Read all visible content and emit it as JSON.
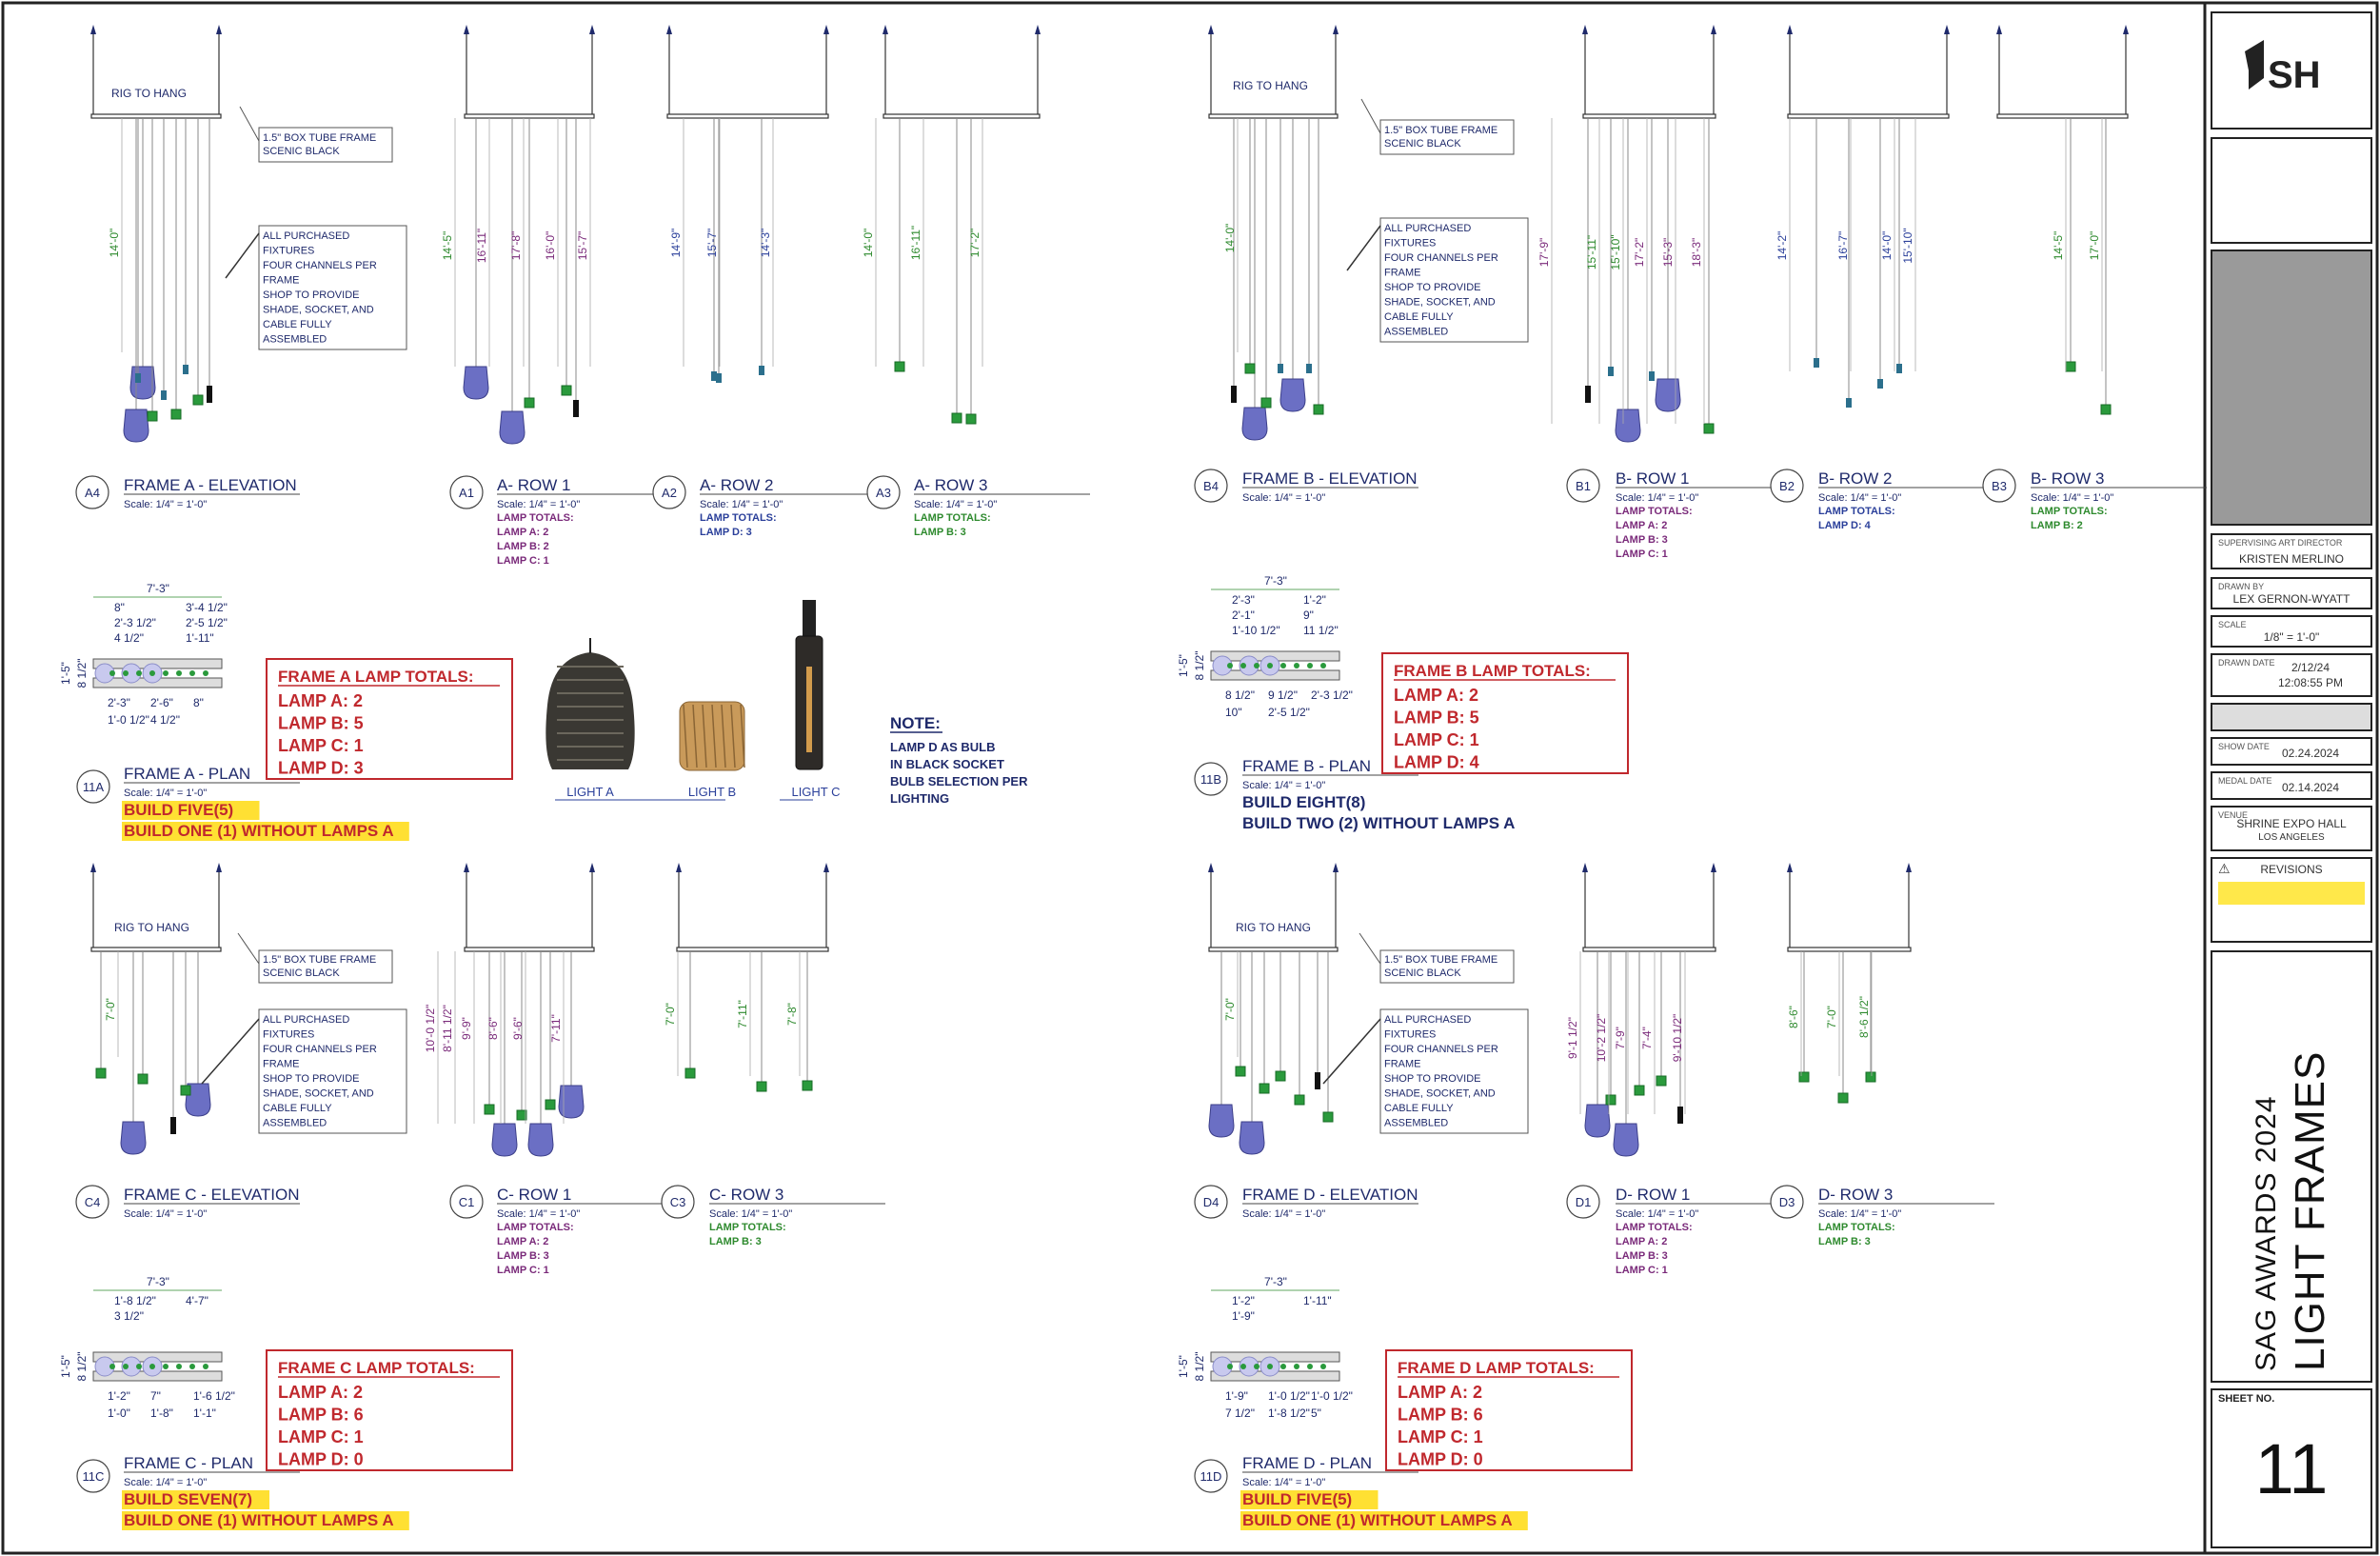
{
  "callouts": {
    "rig_to_hang": "RIG TO HANG",
    "box_tube_line1": "1.5\" BOX TUBE FRAME",
    "box_tube_line2": "SCENIC BLACK",
    "fixtures": [
      "ALL PURCHASED",
      "FIXTURES",
      "FOUR CHANNELS PER",
      "FRAME",
      "SHOP TO PROVIDE",
      "SHADE, SOCKET, AND",
      "CABLE FULLY",
      "ASSEMBLED"
    ],
    "scale": "Scale: 1/4\" = 1'-0\"",
    "lamp_totals": "LAMP TOTALS:"
  },
  "views": {
    "a4": {
      "tag": "A4",
      "title": "FRAME A - ELEVATION"
    },
    "a1": {
      "tag": "A1",
      "title": "A- ROW 1",
      "lamps": [
        "LAMP A: 2",
        "LAMP B: 2",
        "LAMP C: 1"
      ]
    },
    "a2": {
      "tag": "A2",
      "title": "A- ROW 2",
      "lamps": [
        "LAMP D: 3"
      ]
    },
    "a3": {
      "tag": "A3",
      "title": "A- ROW 3",
      "lamps": [
        "LAMP B: 3"
      ]
    },
    "b4": {
      "tag": "B4",
      "title": "FRAME B - ELEVATION"
    },
    "b1": {
      "tag": "B1",
      "title": "B- ROW 1",
      "lamps": [
        "LAMP A: 2",
        "LAMP B: 3",
        "LAMP C: 1"
      ]
    },
    "b2": {
      "tag": "B2",
      "title": "B- ROW 2",
      "lamps": [
        "LAMP D: 4"
      ]
    },
    "b3": {
      "tag": "B3",
      "title": "B- ROW 3",
      "lamps": [
        "LAMP B: 2"
      ]
    },
    "c4": {
      "tag": "C4",
      "title": "FRAME C - ELEVATION"
    },
    "c1": {
      "tag": "C1",
      "title": "C- ROW 1",
      "lamps": [
        "LAMP A: 2",
        "LAMP B: 3",
        "LAMP C: 1"
      ]
    },
    "c3": {
      "tag": "C3",
      "title": "C- ROW 3",
      "lamps": [
        "LAMP B: 3"
      ]
    },
    "d4": {
      "tag": "D4",
      "title": "FRAME D - ELEVATION"
    },
    "d1": {
      "tag": "D1",
      "title": "D- ROW 1",
      "lamps": [
        "LAMP A: 2",
        "LAMP B: 3",
        "LAMP C: 1"
      ]
    },
    "d3": {
      "tag": "D3",
      "title": "D- ROW 3",
      "lamps": [
        "LAMP B: 3"
      ]
    }
  },
  "dims": {
    "a4": [
      "14'-0\""
    ],
    "a1": [
      "14'-5\"",
      "16'-11\"",
      "17'-8\"",
      "16'-0\"",
      "15'-7\""
    ],
    "a2": [
      "14'-9\"",
      "15'-7\"",
      "14'-3\""
    ],
    "a3": [
      "14'-0\"",
      "16'-11\"",
      "17'-2\""
    ],
    "b4": [
      "14'-0\""
    ],
    "b1": [
      "17'-9\"",
      "15'-11\"",
      "15'-10\"",
      "17'-2\"",
      "15'-3\"",
      "18'-3\""
    ],
    "b2": [
      "14'-2\"",
      "16'-7\"",
      "14'-0\"",
      "15'-10\""
    ],
    "b3": [
      "14'-5\"",
      "17'-0\""
    ],
    "c4": [
      "7'-0\""
    ],
    "c1": [
      "10'-0 1/2\"",
      "8'-11 1/2\"",
      "9'-9\"",
      "8'-6\"",
      "9'-6\"",
      "7'-11\""
    ],
    "c3": [
      "7'-0\"",
      "7'-11\"",
      "7'-8\""
    ],
    "d4": [
      "7'-0\""
    ],
    "d1": [
      "9'-1 1/2\"",
      "10'-2 1/2\"",
      "7'-9\"",
      "7'-4\"",
      "9'-10 1/2\""
    ],
    "d3": [
      "8'-6\"",
      "7'-0\"",
      "8'-6 1/2\""
    ]
  },
  "plans": {
    "a": {
      "tag": "11A",
      "title": "FRAME A - PLAN",
      "build1": "BUILD FIVE(5)",
      "build2": "BUILD ONE (1) WITHOUT LAMPS A",
      "totals_title": "FRAME A LAMP TOTALS:",
      "totals": [
        "LAMP A: 2",
        "LAMP B: 5",
        "LAMP C: 1",
        "LAMP D: 3"
      ],
      "top": [
        "7'-3\"",
        "8\"",
        "3'-4 1/2\"",
        "2'-3 1/2\"",
        "2'-5 1/2\"",
        "4 1/2\"",
        "1'-11\""
      ],
      "left": [
        "1'-5\"",
        "8 1/2\""
      ],
      "bottom": [
        "2'-3\"",
        "2'-6\"",
        "8\"",
        "1'-0 1/2\"",
        "4 1/2\""
      ]
    },
    "b": {
      "tag": "11B",
      "title": "FRAME B - PLAN",
      "build1": "BUILD EIGHT(8)",
      "build2": "BUILD TWO (2) WITHOUT LAMPS A",
      "totals_title": "FRAME B LAMP TOTALS:",
      "totals": [
        "LAMP A: 2",
        "LAMP B: 5",
        "LAMP C: 1",
        "LAMP D: 4"
      ],
      "top": [
        "7'-3\"",
        "2'-3\"",
        "1'-2\"",
        "2'-1\"",
        "9\"",
        "1'-10 1/2\"",
        "11 1/2\""
      ],
      "left": [
        "1'-5\"",
        "8 1/2\""
      ],
      "bottom": [
        "8 1/2\"",
        "9 1/2\"",
        "2'-3 1/2\"",
        "10\"",
        "2'-5 1/2\""
      ]
    },
    "c": {
      "tag": "11C",
      "title": "FRAME C - PLAN",
      "build1": "BUILD SEVEN(7)",
      "build2": "BUILD ONE (1) WITHOUT LAMPS A",
      "totals_title": "FRAME C LAMP TOTALS:",
      "totals": [
        "LAMP A: 2",
        "LAMP B: 6",
        "LAMP C: 1",
        "LAMP D: 0"
      ],
      "top": [
        "7'-3\"",
        "1'-8 1/2\"",
        "4'-7\"",
        "3 1/2\""
      ],
      "left": [
        "1'-5\"",
        "8 1/2\""
      ],
      "bottom": [
        "1'-2\"",
        "7\"",
        "1'-6 1/2\"",
        "1'-0\"",
        "1'-8\"",
        "1'-1\""
      ]
    },
    "d": {
      "tag": "11D",
      "title": "FRAME D - PLAN",
      "build1": "BUILD FIVE(5)",
      "build2": "BUILD ONE (1) WITHOUT LAMPS A",
      "totals_title": "FRAME D LAMP TOTALS:",
      "totals": [
        "LAMP A: 2",
        "LAMP B: 6",
        "LAMP C: 1",
        "LAMP D: 0"
      ],
      "top": [
        "7'-3\"",
        "1'-2\"",
        "1'-11\"",
        "1'-9\""
      ],
      "left": [
        "1'-5\"",
        "8 1/2\""
      ],
      "bottom": [
        "1'-9\"",
        "1'-0 1/2\"",
        "1'-0 1/2\"",
        "7 1/2\"",
        "1'-8 1/2\"",
        "5\""
      ]
    }
  },
  "lights": {
    "a": "LIGHT A",
    "b": "LIGHT B",
    "c": "LIGHT C"
  },
  "note": {
    "title": "NOTE:",
    "lines": [
      "LAMP D AS BULB",
      "IN BLACK SOCKET",
      "BULB SELECTION PER",
      "LIGHTING"
    ]
  },
  "titleblock": {
    "logo": "SH",
    "art_director_label": "SUPERVISING ART DIRECTOR",
    "art_director": "KRISTEN MERLINO",
    "drawn_by_label": "DRAWN BY",
    "drawn_by": "LEX GERNON-WYATT",
    "scale_label": "SCALE",
    "scale": "1/8\" = 1'-0\"",
    "drawn_date_label": "DRAWN DATE",
    "drawn_date": "2/12/24",
    "drawn_time": "12:08:55 PM",
    "show_date_label": "SHOW DATE",
    "show_date": "02.24.2024",
    "medal_date_label": "MEDAL DATE",
    "medal_date": "02.14.2024",
    "venue_label": "VENUE",
    "venue": "SHRINE EXPO HALL",
    "venue_city": "LOS ANGELES",
    "revisions": "REVISIONS",
    "project": "SAG AWARDS 2024",
    "sheet_title": "LIGHT FRAMES",
    "sheet_no_label": "SHEET NO.",
    "sheet_no": "11"
  },
  "colors": {
    "navy": "#1f2a6b",
    "green_text": "#2e8a2e",
    "purple_text": "#7a2a7a",
    "blue_text": "#2a3f9a",
    "red": "#c0282d",
    "highlight": "#ffe033",
    "lamp_a": "#6b6fc4",
    "lamp_b": "#2a9a3c"
  }
}
